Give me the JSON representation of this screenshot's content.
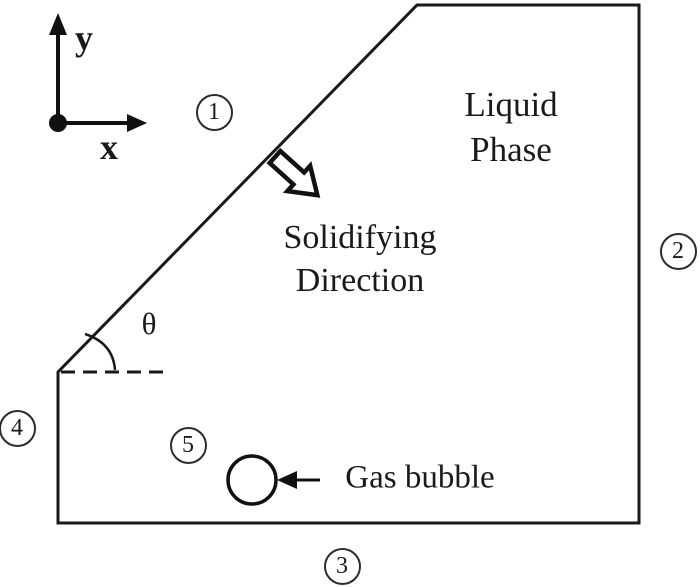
{
  "figure": {
    "background": "#ffffff",
    "ink_color": "#1a1a1a",
    "axes": {
      "x_label": "x",
      "y_label": "y"
    },
    "labels": {
      "liquid_phase": {
        "line1": "Liquid",
        "line2": "Phase"
      },
      "solidifying": {
        "line1": "Solidifying",
        "line2": "Direction"
      },
      "angle": "θ",
      "gas_bubble": "Gas bubble"
    },
    "boundary_markers": [
      {
        "label": "1"
      },
      {
        "label": "2"
      },
      {
        "label": "3"
      },
      {
        "label": "4"
      },
      {
        "label": "5"
      }
    ]
  }
}
